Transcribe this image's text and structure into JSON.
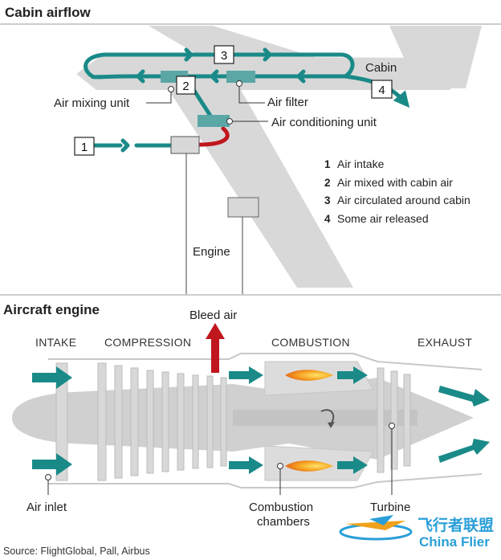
{
  "cabin": {
    "title": "Cabin airflow",
    "cabin_label": "Cabin",
    "engine_label": "Engine",
    "labels": {
      "air_mixing_unit": "Air mixing unit",
      "air_filter": "Air filter",
      "air_conditioning_unit": "Air conditioning unit"
    },
    "steps": [
      "1",
      "2",
      "3",
      "4"
    ],
    "legend": [
      {
        "num": "1",
        "text": "Air intake"
      },
      {
        "num": "2",
        "text": "Air mixed with cabin air"
      },
      {
        "num": "3",
        "text": "Air circulated around cabin"
      },
      {
        "num": "4",
        "text": "Some air released"
      }
    ],
    "colors": {
      "airflow": "#1a8a88",
      "hot_air": "#c0161d",
      "aircraft": "#d8d8d8",
      "unit": "#5aa7a6"
    }
  },
  "engine": {
    "title": "Aircraft engine",
    "bleed_air": "Bleed air",
    "sections": [
      "INTAKE",
      "COMPRESSION",
      "COMBUSTION",
      "EXHAUST"
    ],
    "labels": {
      "air_inlet": "Air inlet",
      "combustion_line1": "Combustion",
      "combustion_line2": "chambers",
      "turbine": "Turbine"
    },
    "colors": {
      "engine": "#d0d0d0",
      "flame": "#f08a1c"
    }
  },
  "source": "Source: FlightGlobal, Pall, Airbus",
  "watermark": {
    "cn": "飞行者联盟",
    "en": "China Flier"
  }
}
